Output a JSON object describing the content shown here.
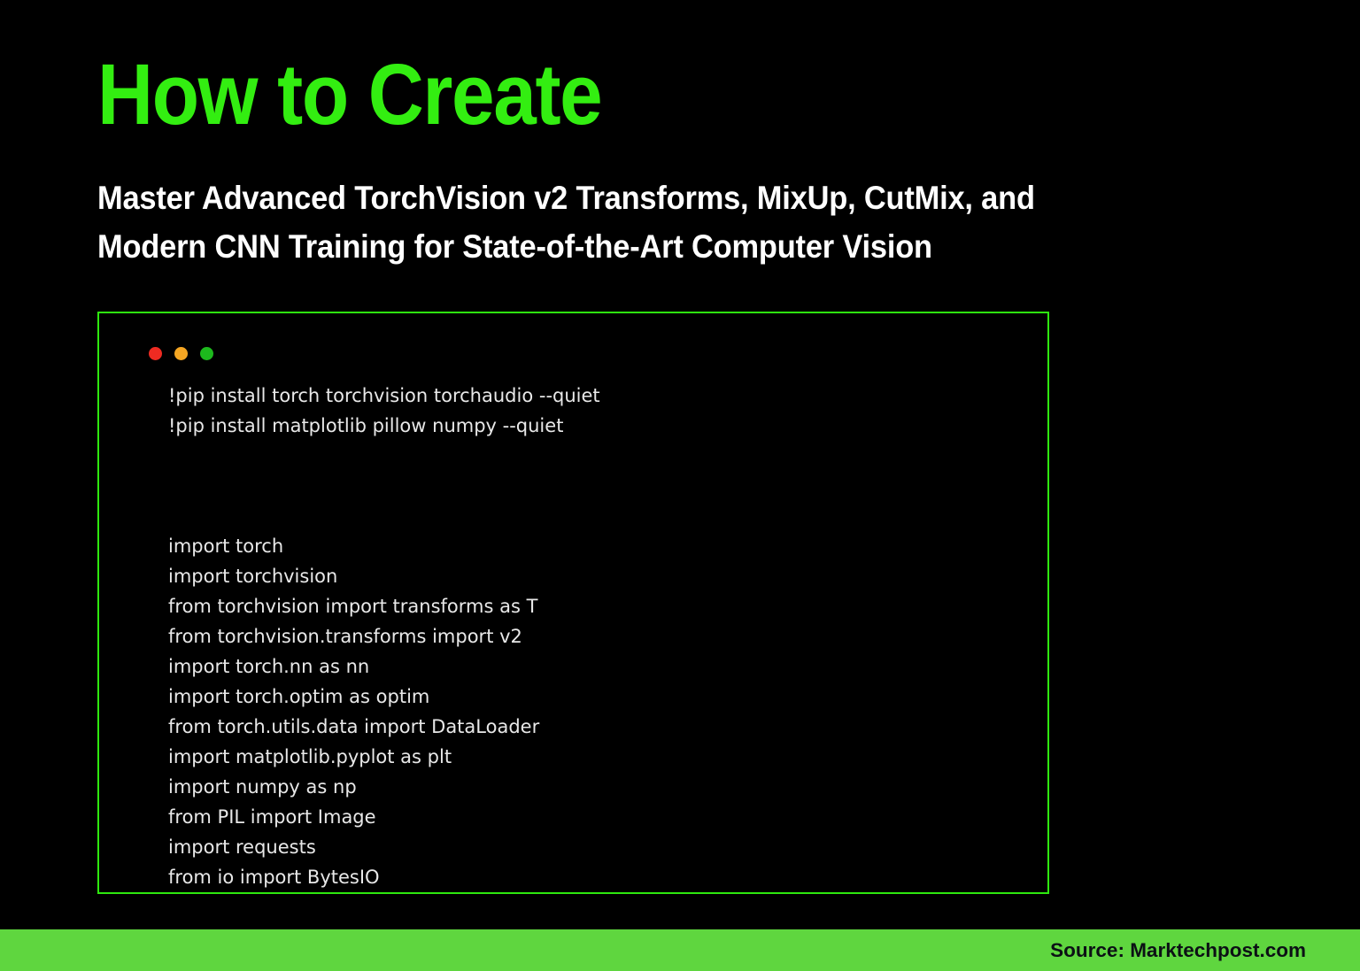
{
  "slide": {
    "background_color": "#000000",
    "accent_green": "#33ee11",
    "border_green": "#2ee80f",
    "footer_green": "#5fd63f"
  },
  "header": {
    "title": "How to Create",
    "subtitle_line1": "Master Advanced TorchVision v2 Transforms, MixUp, CutMix, and",
    "subtitle_line2": "Modern CNN Training for State-of-the-Art Computer Vision"
  },
  "code_window": {
    "window_dots": [
      {
        "name": "close",
        "color": "#ee2b22"
      },
      {
        "name": "minimize",
        "color": "#f5a623"
      },
      {
        "name": "maximize",
        "color": "#1db91d"
      }
    ],
    "lines": [
      "!pip install torch torchvision torchaudio --quiet",
      "!pip install matplotlib pillow numpy --quiet",
      "",
      "",
      "",
      "import torch",
      "import torchvision",
      "from torchvision import transforms as T",
      "from torchvision.transforms import v2",
      "import torch.nn as nn",
      "import torch.optim as optim",
      "from torch.utils.data import DataLoader",
      "import matplotlib.pyplot as plt",
      "import numpy as np",
      "from PIL import Image",
      "import requests",
      "from io import BytesIO"
    ]
  },
  "footer": {
    "source_text": "Source: Marktechpost.com"
  }
}
